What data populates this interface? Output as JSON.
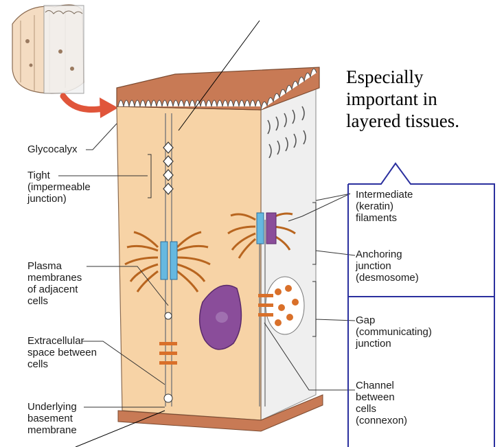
{
  "note": {
    "lines": [
      "Especially",
      "important in",
      "layered tissues."
    ]
  },
  "labels_left": {
    "glycocalyx": "Glycocalyx",
    "tight": [
      "Tight",
      "(impermeable",
      "junction)"
    ],
    "plasma": [
      "Plasma",
      "membranes",
      "of adjacent",
      "cells"
    ],
    "extracellular": [
      "Extracellular",
      "space between",
      "cells"
    ],
    "basement": [
      "Underlying",
      "basement",
      "membrane"
    ]
  },
  "labels_right": {
    "intermediate": [
      "Intermediate",
      "(keratin)",
      "filaments"
    ],
    "anchoring": [
      "Anchoring",
      "junction",
      "(desmosome)"
    ],
    "gap": [
      "Gap",
      "(communicating)",
      "junction"
    ],
    "channel": [
      "Channel",
      "between",
      "cells",
      "(connexon)"
    ]
  },
  "colors": {
    "cytoplasm": "#f7d3a6",
    "apical_cap": "#c87a55",
    "side_panel": "#efefef",
    "desmosome_filament": "#b8651f",
    "plaque": "#66b8e0",
    "nucleus": "#8a4d9a",
    "gap_junction": "#d9702a",
    "box_border": "#2a2f9e",
    "arrow": "#e0553a"
  }
}
